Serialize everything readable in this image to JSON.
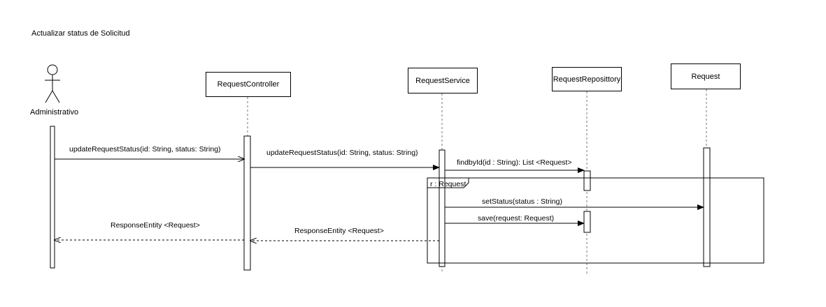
{
  "diagram": {
    "title": "Actualizar status de Solicitud",
    "actor": {
      "name": "Administrativo"
    },
    "participants": {
      "controller": "RequestController",
      "service": "RequestService",
      "repository": "RequestReposittory",
      "entity": "Request"
    },
    "messages": {
      "m1": "updateRequestStatus(id: String, status: String)",
      "m2": "updateRequestStatus(id: String, status: String)",
      "m3": "findbyId(id : String): List <Request>",
      "m4": "setStatus(status : String)",
      "m5": "save(request: Request)",
      "r1": "ResponseEntity <Request>",
      "r2": "ResponseEntity <Request>"
    },
    "fragment": {
      "label": "r : Request"
    }
  }
}
